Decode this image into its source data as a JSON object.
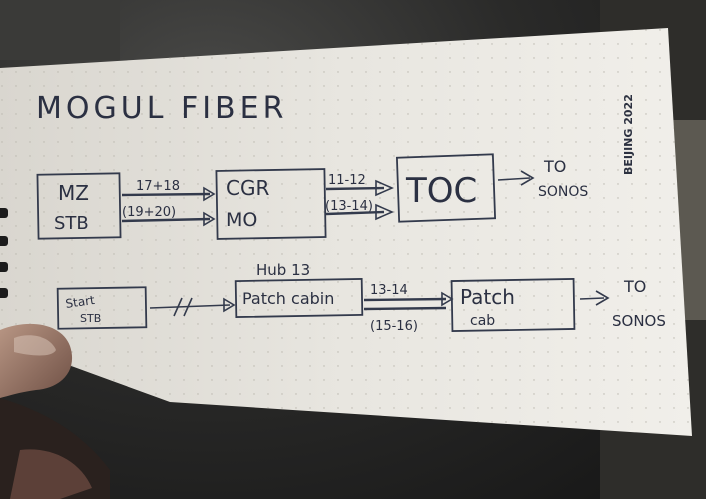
{
  "title": "MOGUL FIBER",
  "watermark": "BEIJING 2022",
  "row1": {
    "box1": [
      "MZ",
      "STB"
    ],
    "link1_top": "17+18",
    "link1_bottom": "(19+20)",
    "box2": [
      "CGR",
      "MO"
    ],
    "link2_top": "11-12",
    "link2_bottom": "(13-14)",
    "box3": "TOC",
    "dest": [
      "TO",
      "SONOS"
    ]
  },
  "row2": {
    "box1": [
      "Start",
      "STB"
    ],
    "hub_label": "Hub 13",
    "box2": "Patch cabin",
    "link_top": "13-14",
    "link_bottom": "(15-16)",
    "box3": [
      "Patch",
      "cab"
    ],
    "dest": [
      "TO",
      "SONOS"
    ]
  }
}
